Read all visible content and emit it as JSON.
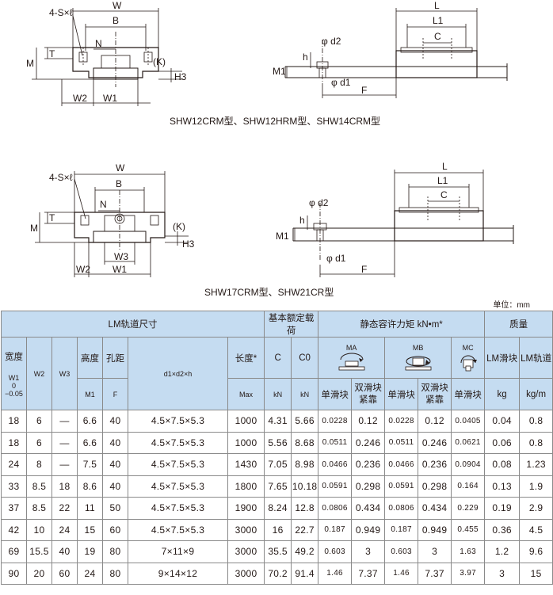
{
  "drawings": {
    "top": {
      "labels": {
        "sxl": "4-S×ℓ",
        "w": "W",
        "b": "B",
        "n": "N",
        "t": "T",
        "m": "M",
        "k": "(K)",
        "h3": "H3",
        "w2": "W2",
        "w1": "W1",
        "l": "L",
        "l1": "L1",
        "c": "C",
        "d2": "φ d2",
        "d1": "φ d1",
        "h": "h",
        "m1": "M1",
        "f": "F"
      },
      "caption": "SHW12CRM型、SHW12HRM型、SHW14CRM型"
    },
    "bottom": {
      "labels": {
        "sxl": "4-S×ℓ",
        "w": "W",
        "b": "B",
        "n": "N",
        "t": "T",
        "m": "M",
        "k": "(K)",
        "h3": "H3",
        "w3": "W3",
        "w2": "W2",
        "w1": "W1",
        "l": "L",
        "l1": "L1",
        "c": "C",
        "d2": "φ d2",
        "d1": "φ d1",
        "h": "h",
        "m1": "M1",
        "f": "F"
      },
      "caption": "SHW17CRM型、SHW21CR型"
    }
  },
  "unit_label": "单位：mm",
  "table": {
    "group_rail": "LM轨道尺寸",
    "group_load": "基本额定载荷",
    "group_moment": "静态容许力矩 kN•m*",
    "group_mass": "质量",
    "h_width": "宽度",
    "h_width_sym": "W1",
    "h_width_tol": "0\n−0.05",
    "h_w2": "W2",
    "h_w3": "W3",
    "h_height": "高度",
    "h_m1": "M1",
    "h_pitch": "孔距",
    "h_f": "F",
    "h_bolt": "d1×d2×h",
    "h_length": "长度*",
    "h_max": "Max",
    "h_c": "C",
    "h_c0": "C0",
    "h_kn": "kN",
    "h_kn2": "kN",
    "h_ma": "MA",
    "h_mb": "MB",
    "h_mc": "MC",
    "h_single": "单滑块",
    "h_double": "双滑块紧靠",
    "h_lmblock": "LM滑块",
    "h_lmrail": "LM轨道",
    "h_kg": "kg",
    "h_kgm": "kg/m",
    "rows": [
      [
        "18",
        "6",
        "—",
        "6.6",
        "40",
        "4.5×7.5×5.3",
        "1000",
        "4.31",
        "5.66",
        "0.0228",
        "0.12",
        "0.0228",
        "0.12",
        "0.0405",
        "0.04",
        "0.8"
      ],
      [
        "18",
        "6",
        "—",
        "6.6",
        "40",
        "4.5×7.5×5.3",
        "1000",
        "5.56",
        "8.68",
        "0.0511",
        "0.246",
        "0.0511",
        "0.246",
        "0.0621",
        "0.06",
        "0.8"
      ],
      [
        "24",
        "8",
        "—",
        "7.5",
        "40",
        "4.5×7.5×5.3",
        "1430",
        "7.05",
        "8.98",
        "0.0466",
        "0.236",
        "0.0466",
        "0.236",
        "0.0904",
        "0.08",
        "1.23"
      ],
      [
        "33",
        "8.5",
        "18",
        "8.6",
        "40",
        "4.5×7.5×5.3",
        "1800",
        "7.65",
        "10.18",
        "0.0591",
        "0.298",
        "0.0591",
        "0.298",
        "0.164",
        "0.13",
        "1.9"
      ],
      [
        "37",
        "8.5",
        "22",
        "11",
        "50",
        "4.5×7.5×5.3",
        "1900",
        "8.24",
        "12.8",
        "0.0806",
        "0.434",
        "0.0806",
        "0.434",
        "0.229",
        "0.19",
        "2.9"
      ],
      [
        "42",
        "10",
        "24",
        "15",
        "60",
        "4.5×7.5×5.3",
        "3000",
        "16",
        "22.7",
        "0.187",
        "0.949",
        "0.187",
        "0.949",
        "0.455",
        "0.36",
        "4.5"
      ],
      [
        "69",
        "15.5",
        "40",
        "19",
        "80",
        "7×11×9",
        "3000",
        "35.5",
        "49.2",
        "0.603",
        "3",
        "0.603",
        "3",
        "1.63",
        "1.2",
        "9.6"
      ],
      [
        "90",
        "20",
        "60",
        "24",
        "80",
        "9×14×12",
        "3000",
        "70.2",
        "91.4",
        "1.46",
        "7.37",
        "1.46",
        "7.37",
        "3.97",
        "3",
        "15"
      ]
    ]
  }
}
